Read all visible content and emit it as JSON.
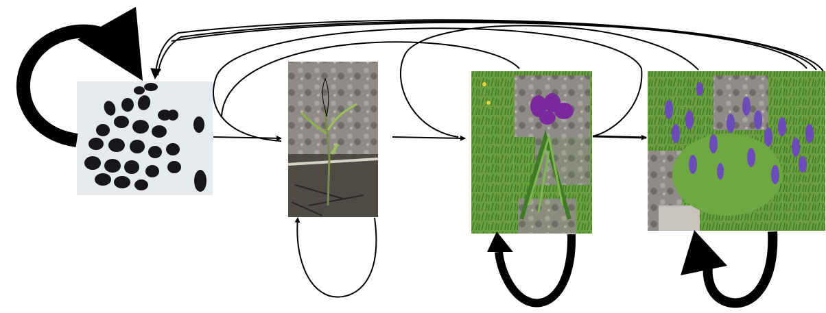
{
  "diagram": {
    "stages": [
      {
        "id": "seed",
        "icon": "seeds-photo-icon"
      },
      {
        "id": "seedling",
        "icon": "seedling-photo-icon"
      },
      {
        "id": "juvenile",
        "icon": "juvenile-plant-photo-icon"
      },
      {
        "id": "adult",
        "icon": "adult-flowering-plant-photo-icon"
      }
    ],
    "transitions": [
      {
        "from": "seed",
        "to": "seed",
        "weight": "heavy"
      },
      {
        "from": "seed",
        "to": "seedling",
        "weight": "thin"
      },
      {
        "from": "seedling",
        "to": "seedling",
        "weight": "thin"
      },
      {
        "from": "seedling",
        "to": "juvenile",
        "weight": "thin"
      },
      {
        "from": "seedling",
        "to": "seed",
        "weight": "thin"
      },
      {
        "from": "juvenile",
        "to": "juvenile",
        "weight": "heavy"
      },
      {
        "from": "juvenile",
        "to": "adult",
        "weight": "medium"
      },
      {
        "from": "juvenile",
        "to": "seed",
        "weight": "thin"
      },
      {
        "from": "adult",
        "to": "adult",
        "weight": "heavy"
      },
      {
        "from": "adult",
        "to": "juvenile",
        "weight": "thin"
      },
      {
        "from": "adult",
        "to": "seed",
        "weight": "thin"
      }
    ],
    "colors": {
      "arrow": "#000000",
      "seed_paper": "#e7ebee",
      "seed": "#16161a",
      "rock": "#8b8884",
      "foliage": "#5c9a3c",
      "flower_juvenile": "#7b2a9a",
      "flower_adult": "#6b4cb8"
    }
  }
}
